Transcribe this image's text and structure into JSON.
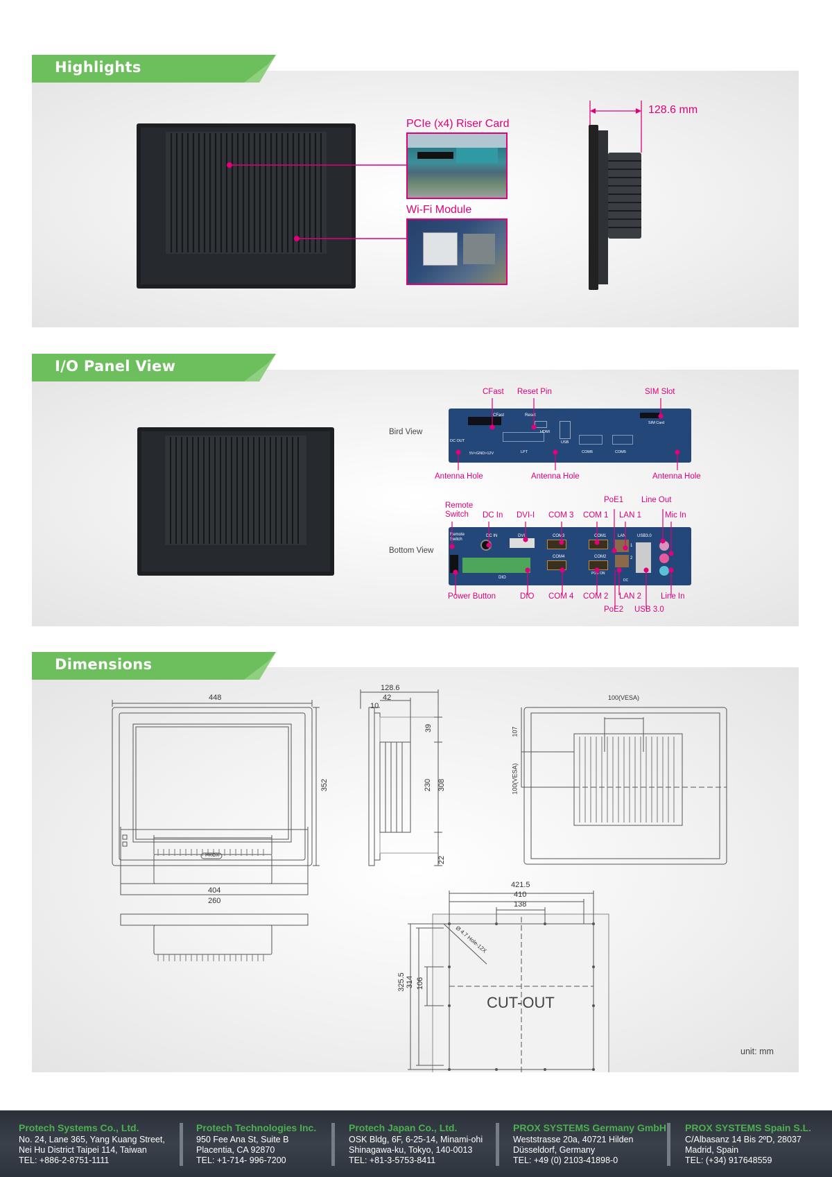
{
  "sections": {
    "highlights": "Highlights",
    "io": "I/O Panel View",
    "dimensions": "Dimensions"
  },
  "highlights": {
    "pcie_label": "PCIe (x4) Riser Card",
    "wifi_label": "Wi-Fi Module",
    "depth_label": "128.6 mm"
  },
  "io": {
    "bird_view": "Bird View",
    "bottom_view": "Bottom View",
    "bird_labels": {
      "cfast": "CFast",
      "reset_pin": "Reset Pin",
      "sim_slot": "SIM Slot",
      "antenna1": "Antenna Hole",
      "antenna2": "Antenna Hole",
      "antenna3": "Antenna Hole"
    },
    "bird_print": {
      "cfast": "CFast",
      "reset": "Reset",
      "hdmi": "HDMI",
      "sim": "SIM  Card",
      "dcout": "DC  OUT",
      "lpt": "LPT",
      "usb": "USB",
      "com6": "COM6",
      "com5": "COM5",
      "power": "5V<GND>12V"
    },
    "bottom_labels": {
      "remote_switch_1": "Remote",
      "remote_switch_2": "Switch",
      "dc_in": "DC In",
      "dvi": "DVI-I",
      "com3": "COM 3",
      "com1": "COM 1",
      "poe1": "PoE1",
      "lan1": "LAN 1",
      "line_out": "Line Out",
      "mic_in": "Mic In",
      "power_button": "Power Button",
      "dio": "DIO",
      "com4": "COM 4",
      "com2": "COM 2",
      "lan2": "LAN 2",
      "line_in": "Line In",
      "poe2": "PoE2",
      "usb3": "USB 3.0"
    },
    "bottom_print": {
      "remote": "Remote",
      "switch": "Switch",
      "dcin": "DC IN",
      "dvi": "DVI",
      "com3": "COM3",
      "com1": "COM1",
      "lan": "LAN",
      "usb30": "USB3.0",
      "com4": "COM4",
      "com2": "COM2",
      "dio": "DIO",
      "poe_on": "POE  ON",
      "n1": "1",
      "n2": "2",
      "dc": "DC"
    }
  },
  "dimensions": {
    "front_w": "448",
    "front_h": "352",
    "brand": "PROX",
    "side_total": "128.6",
    "side_42": "42",
    "side_10": "10",
    "side_39": "39",
    "side_230": "230",
    "side_308": "308",
    "side_22": "22",
    "vesa_h": "100(VESA)",
    "vesa_v": "100(VESA)",
    "rear_107": "107",
    "bottom_404": "404",
    "bottom_260": "260",
    "cut_4215": "421.5",
    "cut_410": "410",
    "cut_138": "138",
    "cut_3255": "325.5",
    "cut_314": "314",
    "cut_106": "106",
    "hole_note": "Ø 4.7 Hole-12X",
    "cutout": "CUT-OUT",
    "unit": "unit: mm"
  },
  "footer": [
    {
      "name": "Protech Systems Co., Ltd.",
      "l1": "No. 24, Lane 365, Yang Kuang Street,",
      "l2": "Nei Hu District Taipei 114, Taiwan",
      "l3": "TEL: +886-2-8751-1111"
    },
    {
      "name": "Protech Technologies Inc.",
      "l1": "950 Fee Ana St, Suite B",
      "l2": "Placentia, CA 92870",
      "l3": "TEL: +1-714- 996-7200"
    },
    {
      "name": "Protech Japan Co., Ltd.",
      "l1": "OSK Bldg, 6F, 6-25-14, Minami-ohi",
      "l2": "Shinagawa-ku, Tokyo, 140-0013",
      "l3": "TEL: +81-3-5753-8411"
    },
    {
      "name": "PROX SYSTEMS Germany GmbH",
      "l1": "Weststrasse 20a, 40721 Hilden",
      "l2": "Düsseldorf, Germany",
      "l3": "TEL: +49 (0) 2103-41898-0"
    },
    {
      "name": "PROX SYSTEMS Spain S.L.",
      "l1": "C/Albasanz 14 Bis 2ºD, 28037",
      "l2": "Madrid, Spain",
      "l3": "TEL: (+34) 917648559"
    }
  ],
  "colors": {
    "accent_magenta": "#e0007a",
    "tab_green": "#6cbf5c",
    "footer_green": "#4caf50",
    "footer_bg": "#30363f"
  }
}
